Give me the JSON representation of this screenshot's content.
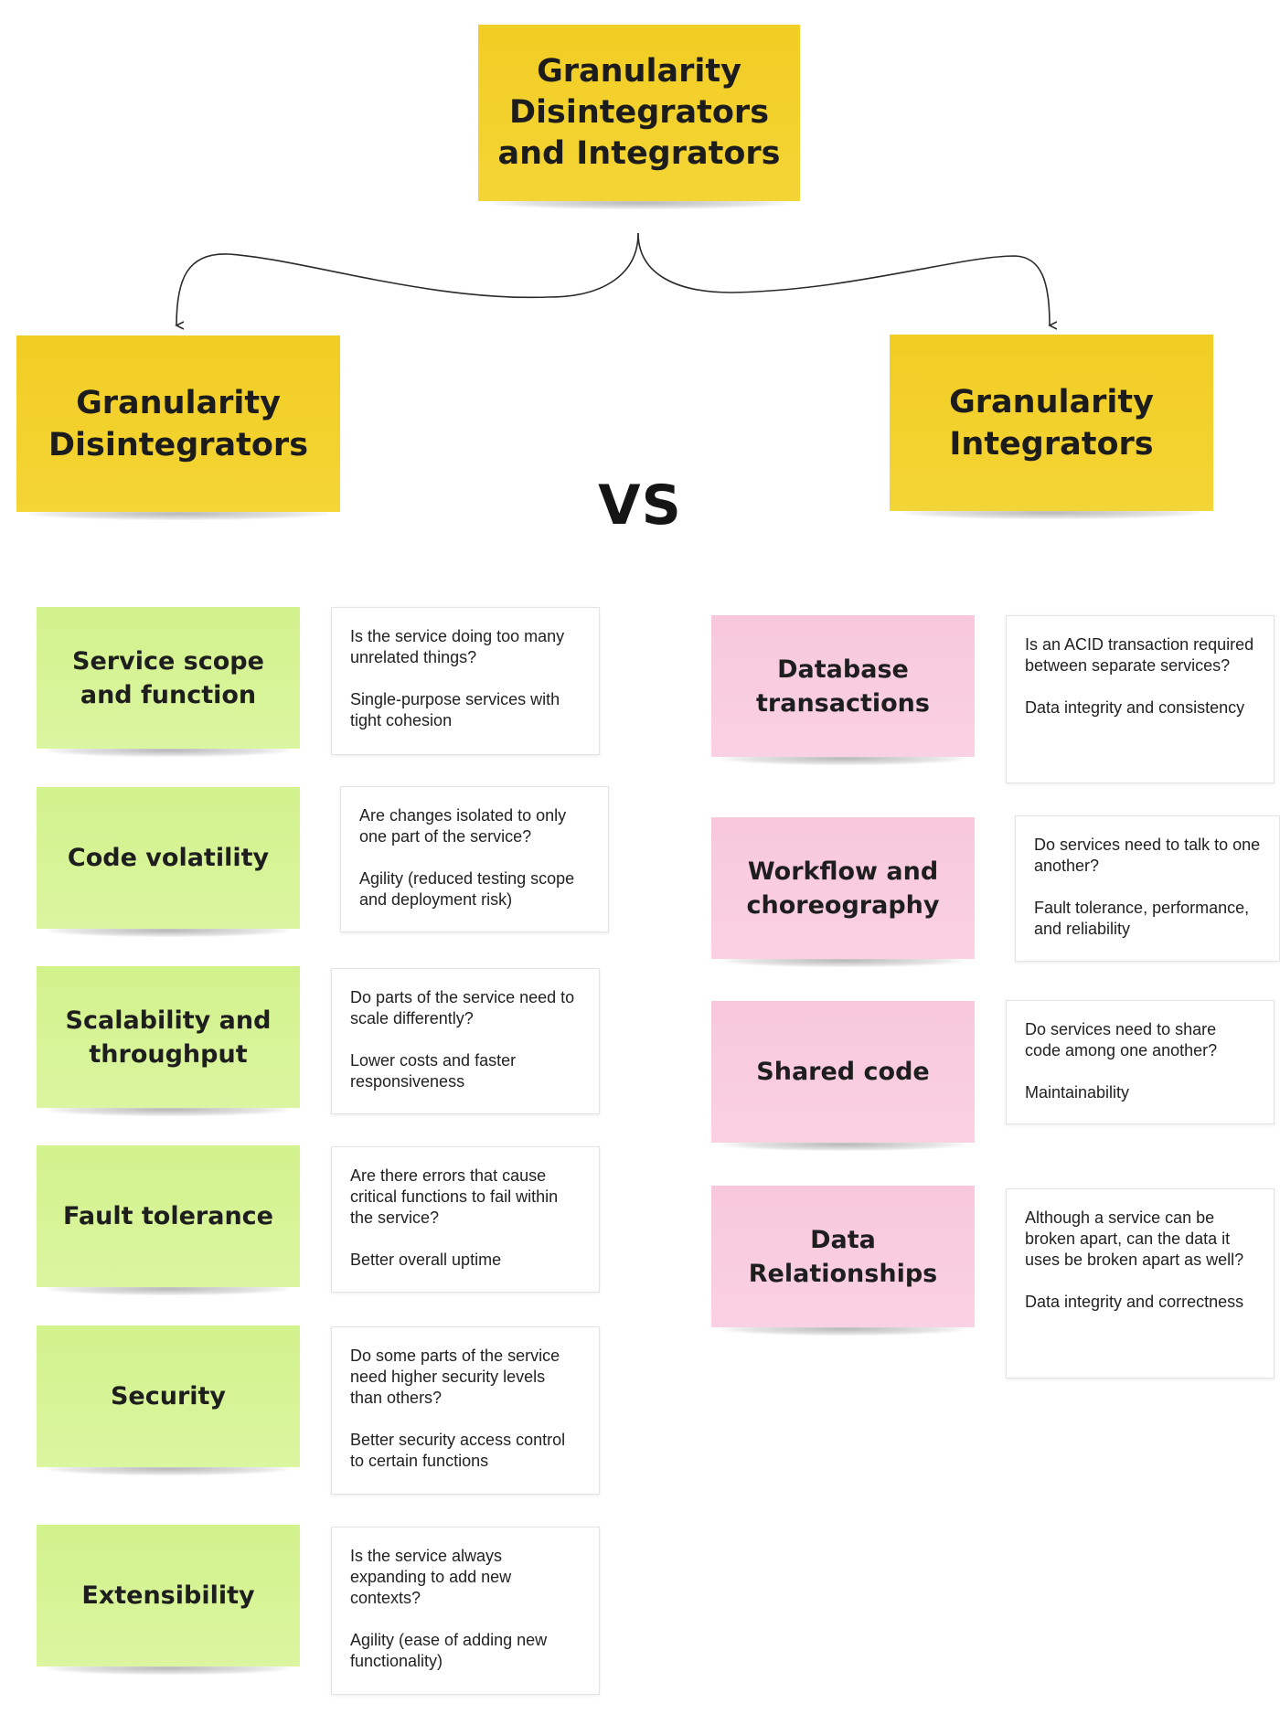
{
  "root": {
    "title": "Granularity Disintegrators and Integrators"
  },
  "left_header": {
    "title": "Granularity Disintegrators"
  },
  "right_header": {
    "title": "Granularity Integrators"
  },
  "vs_label": "VS",
  "disintegrators": [
    {
      "name": "Service scope and function",
      "question": "Is the service doing too many unrelated things?",
      "benefit": "Single-purpose services with tight cohesion"
    },
    {
      "name": "Code volatility",
      "question": "Are changes isolated to only one part of the service?",
      "benefit": "Agility (reduced testing scope and deployment risk)"
    },
    {
      "name": "Scalability and throughput",
      "question": "Do parts of the service need to scale differently?",
      "benefit": "Lower costs and faster responsiveness"
    },
    {
      "name": "Fault tolerance",
      "question": "Are there errors that cause critical functions to fail within the service?",
      "benefit": "Better overall uptime"
    },
    {
      "name": "Security",
      "question": "Do some parts of the service need higher security levels than others?",
      "benefit": "Better security access control to certain functions"
    },
    {
      "name": "Extensibility",
      "question": "Is the service always expanding to add new contexts?",
      "benefit": "Agility (ease of adding new functionality)"
    }
  ],
  "integrators": [
    {
      "name": "Database transactions",
      "question": "Is an ACID transaction required between separate services?",
      "benefit": "Data integrity and consistency"
    },
    {
      "name": "Workflow and choreography",
      "question": "Do services need to talk to one another?",
      "benefit": "Fault tolerance, performance, and reliability"
    },
    {
      "name": "Shared code",
      "question": "Do services need to share code among one another?",
      "benefit": "Maintainability"
    },
    {
      "name": "Data Relationships",
      "question": "Although a service can be broken apart, can the data it uses be broken apart as well?",
      "benefit": "Data integrity and correctness"
    }
  ],
  "colors": {
    "root_sticky": "#f3d02c",
    "disintegrator_sticky": "#d7f496",
    "integrator_sticky": "#f9cde0"
  }
}
